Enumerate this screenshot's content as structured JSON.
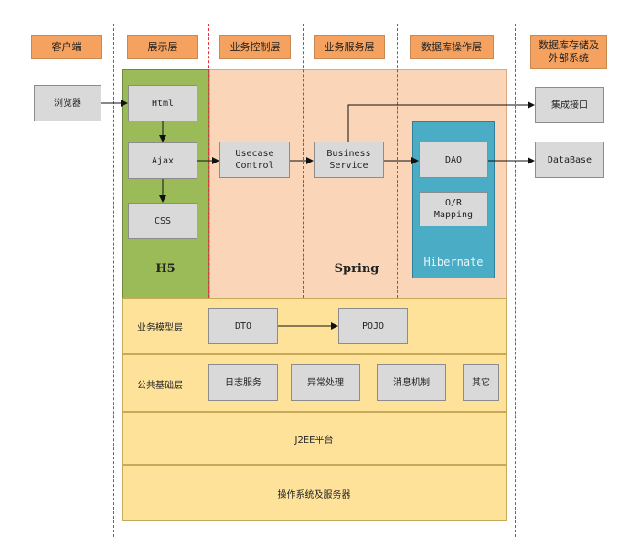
{
  "headers": {
    "client": "客户端",
    "presentation": "展示层",
    "business_control": "业务控制层",
    "business_service": "业务服务层",
    "db_operation": "数据库操作层",
    "storage": "数据库存储及\n外部系统"
  },
  "client": {
    "browser": "浏览器"
  },
  "h5": {
    "html": "Html",
    "ajax": "Ajax",
    "css": "CSS",
    "label": "H5"
  },
  "spring": {
    "usecase": "Usecase\nControl",
    "business_service": "Business\nService",
    "label": "Spring"
  },
  "hibernate": {
    "dao": "DAO",
    "or_mapping": "O/R\nMapping",
    "label": "Hibernate"
  },
  "external": {
    "integration": "集成接口",
    "database": "DataBase"
  },
  "model_layer": {
    "label": "业务模型层",
    "dto": "DTO",
    "pojo": "POJO"
  },
  "common_layer": {
    "label": "公共基础层",
    "items": [
      "日志服务",
      "异常处理",
      "消息机制",
      "其它"
    ]
  },
  "j2ee": "J2EE平台",
  "os": "操作系统及服务器",
  "colors": {
    "header_orange": "#f5a15f",
    "h5_green": "#9bbb59",
    "spring_peach": "#fad5b8",
    "hibernate_blue": "#4bacc6",
    "band_yellow": "#fee29a",
    "box_gray": "#d9d9d9",
    "divider_red": "#e0313a"
  }
}
